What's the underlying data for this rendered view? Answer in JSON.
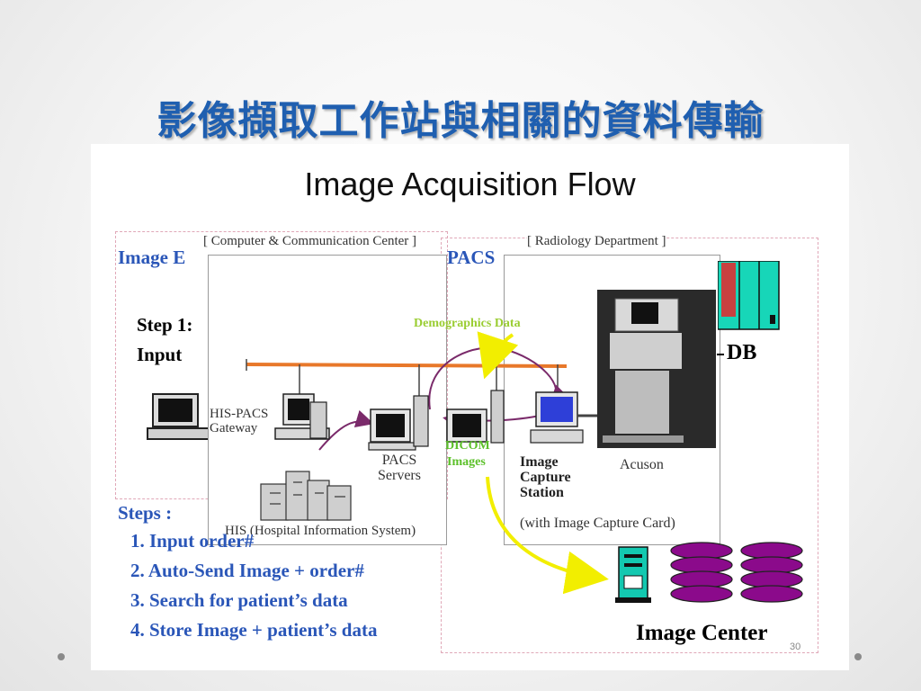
{
  "header": {
    "title": "影像擷取工作站與相關的資料傳輸",
    "subtitle": "Image Acquisition Flow"
  },
  "diagram": {
    "left_box_label": "Image E",
    "step1_line1": "Step 1:",
    "step1_line2": "Input",
    "pacs_label": "PACS",
    "db_label": "DB",
    "computer_center_label": "[ Computer & Communication Center ]",
    "radiology_label": "[ Radiology Department ]",
    "demographics_label": "Demographics Data",
    "dicom_label": "DICOM",
    "images_label": "Images",
    "his_pacs_gateway_line1": "HIS-PACS",
    "his_pacs_gateway_line2": "Gateway",
    "pacs_servers_line1": "PACS",
    "pacs_servers_line2": "Servers",
    "image_capture_line1": "Image",
    "image_capture_line2": "Capture",
    "image_capture_line3": "Station",
    "acuson_label": "Acuson",
    "capture_card_label": "(with Image Capture Card)",
    "his_label": "HIS (Hospital Information System)",
    "image_center_label": "Image Center",
    "page_number": "30"
  },
  "steps": {
    "heading": "Steps :",
    "items": [
      "1. Input order#",
      "2. Auto-Send Image + order#",
      "3. Search for patient’s data",
      "4. Store Image + patient’s data"
    ]
  },
  "colors": {
    "title": "#1f5fb0",
    "steps": "#2a56b8",
    "demographics": "#9acd32",
    "flow_yellow": "#f2ee00",
    "network_orange": "#e8782a"
  }
}
